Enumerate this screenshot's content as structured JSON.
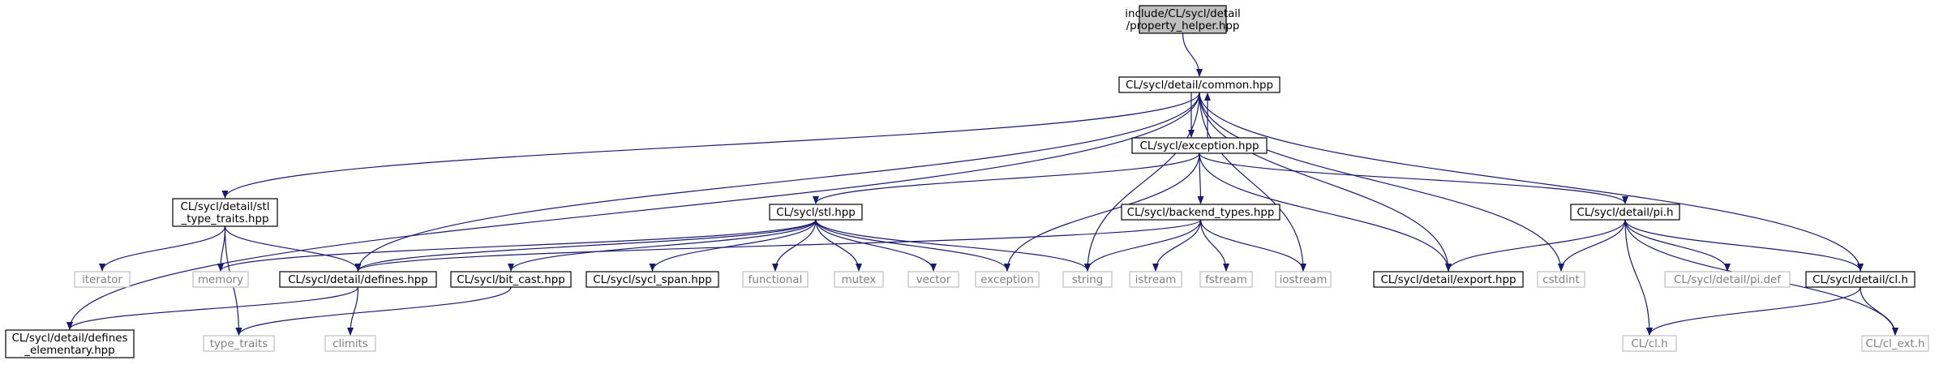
{
  "nodes": [
    {
      "id": "root",
      "lines": [
        "include/CL/sycl/detail",
        "/property_helper.hpp"
      ],
      "kind": "root"
    },
    {
      "id": "common",
      "lines": [
        "CL/sycl/detail/common.hpp"
      ],
      "kind": "file"
    },
    {
      "id": "exception",
      "lines": [
        "CL/sycl/exception.hpp"
      ],
      "kind": "file"
    },
    {
      "id": "stl_type_traits",
      "lines": [
        "CL/sycl/detail/stl",
        "_type_traits.hpp"
      ],
      "kind": "file"
    },
    {
      "id": "stl",
      "lines": [
        "CL/sycl/stl.hpp"
      ],
      "kind": "file"
    },
    {
      "id": "backend_types",
      "lines": [
        "CL/sycl/backend_types.hpp"
      ],
      "kind": "file"
    },
    {
      "id": "pi",
      "lines": [
        "CL/sycl/detail/pi.h"
      ],
      "kind": "file"
    },
    {
      "id": "iterator",
      "lines": [
        "iterator"
      ],
      "kind": "system"
    },
    {
      "id": "memory",
      "lines": [
        "memory"
      ],
      "kind": "system"
    },
    {
      "id": "defines",
      "lines": [
        "CL/sycl/detail/defines.hpp"
      ],
      "kind": "file"
    },
    {
      "id": "bit_cast",
      "lines": [
        "CL/sycl/bit_cast.hpp"
      ],
      "kind": "file"
    },
    {
      "id": "sycl_span",
      "lines": [
        "CL/sycl/sycl_span.hpp"
      ],
      "kind": "file"
    },
    {
      "id": "functional",
      "lines": [
        "functional"
      ],
      "kind": "system"
    },
    {
      "id": "mutex",
      "lines": [
        "mutex"
      ],
      "kind": "system"
    },
    {
      "id": "vector",
      "lines": [
        "vector"
      ],
      "kind": "system"
    },
    {
      "id": "exception_std",
      "lines": [
        "exception"
      ],
      "kind": "system"
    },
    {
      "id": "string",
      "lines": [
        "string"
      ],
      "kind": "system"
    },
    {
      "id": "istream",
      "lines": [
        "istream"
      ],
      "kind": "system"
    },
    {
      "id": "fstream",
      "lines": [
        "fstream"
      ],
      "kind": "system"
    },
    {
      "id": "iostream",
      "lines": [
        "iostream"
      ],
      "kind": "system"
    },
    {
      "id": "export",
      "lines": [
        "CL/sycl/detail/export.hpp"
      ],
      "kind": "file"
    },
    {
      "id": "cstdint",
      "lines": [
        "cstdint"
      ],
      "kind": "system"
    },
    {
      "id": "pi_def",
      "lines": [
        "CL/sycl/detail/pi.def"
      ],
      "kind": "system"
    },
    {
      "id": "cl_hpp",
      "lines": [
        "CL/sycl/detail/cl.h"
      ],
      "kind": "file"
    },
    {
      "id": "defines_elementary",
      "lines": [
        "CL/sycl/detail/defines",
        "_elementary.hpp"
      ],
      "kind": "file"
    },
    {
      "id": "type_traits",
      "lines": [
        "type_traits"
      ],
      "kind": "system"
    },
    {
      "id": "climits",
      "lines": [
        "climits"
      ],
      "kind": "system"
    },
    {
      "id": "cl_h",
      "lines": [
        "CL/cl.h"
      ],
      "kind": "system"
    },
    {
      "id": "cl_ext",
      "lines": [
        "CL/cl_ext.h"
      ],
      "kind": "system"
    }
  ],
  "edges": [
    [
      "root",
      "common"
    ],
    [
      "common",
      "exception"
    ],
    [
      "exception",
      "common"
    ],
    [
      "common",
      "stl_type_traits"
    ],
    [
      "common",
      "defines"
    ],
    [
      "common",
      "defines_elementary"
    ],
    [
      "common",
      "string"
    ],
    [
      "common",
      "iostream"
    ],
    [
      "common",
      "export"
    ],
    [
      "common",
      "cstdint"
    ],
    [
      "common",
      "cl_hpp"
    ],
    [
      "exception",
      "stl"
    ],
    [
      "exception",
      "backend_types"
    ],
    [
      "exception",
      "pi"
    ],
    [
      "exception",
      "exception_std"
    ],
    [
      "exception",
      "export"
    ],
    [
      "stl_type_traits",
      "iterator"
    ],
    [
      "stl_type_traits",
      "memory"
    ],
    [
      "stl_type_traits",
      "defines"
    ],
    [
      "stl_type_traits",
      "type_traits"
    ],
    [
      "stl",
      "memory"
    ],
    [
      "stl",
      "defines"
    ],
    [
      "stl",
      "bit_cast"
    ],
    [
      "stl",
      "sycl_span"
    ],
    [
      "stl",
      "functional"
    ],
    [
      "stl",
      "mutex"
    ],
    [
      "stl",
      "vector"
    ],
    [
      "stl",
      "exception_std"
    ],
    [
      "stl",
      "string"
    ],
    [
      "backend_types",
      "defines"
    ],
    [
      "backend_types",
      "string"
    ],
    [
      "backend_types",
      "istream"
    ],
    [
      "backend_types",
      "fstream"
    ],
    [
      "backend_types",
      "iostream"
    ],
    [
      "pi",
      "export"
    ],
    [
      "pi",
      "cstdint"
    ],
    [
      "pi",
      "pi_def"
    ],
    [
      "pi",
      "cl_hpp"
    ],
    [
      "pi",
      "cl_h"
    ],
    [
      "pi",
      "cl_ext"
    ],
    [
      "defines",
      "defines_elementary"
    ],
    [
      "defines",
      "climits"
    ],
    [
      "bit_cast",
      "type_traits"
    ],
    [
      "cl_hpp",
      "cl_h"
    ],
    [
      "cl_hpp",
      "cl_ext"
    ]
  ],
  "colors": {
    "edge": "#191970",
    "file_border": "#000000",
    "system_border": "#bfbfbf",
    "system_text": "#7f7f7f",
    "root_fill": "#bfbfbf"
  }
}
